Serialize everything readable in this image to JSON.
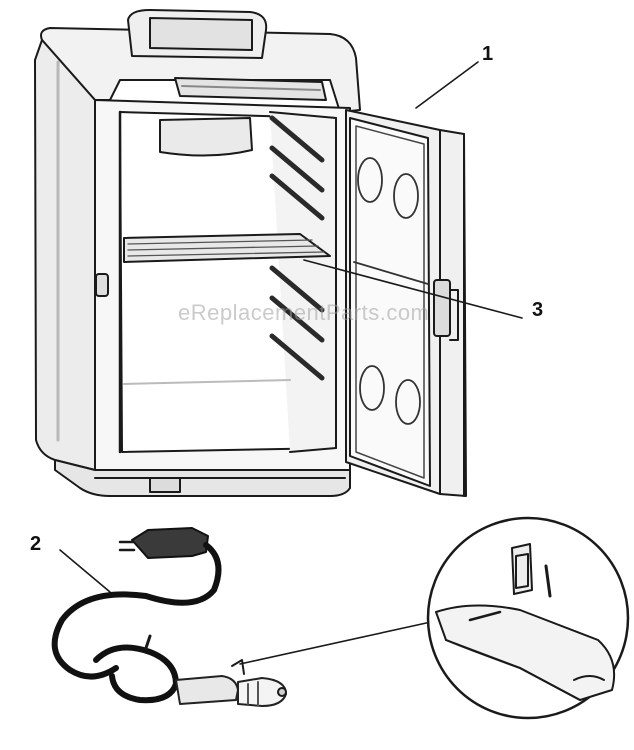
{
  "callouts": {
    "door": "1",
    "power_cord": "2",
    "latch": "3"
  },
  "watermark": "eReplacementParts.com",
  "colors": {
    "line": "#1a1a1a",
    "shade": "#9a9a9a",
    "light_shade": "#d4d4d4",
    "background": "#ffffff"
  }
}
